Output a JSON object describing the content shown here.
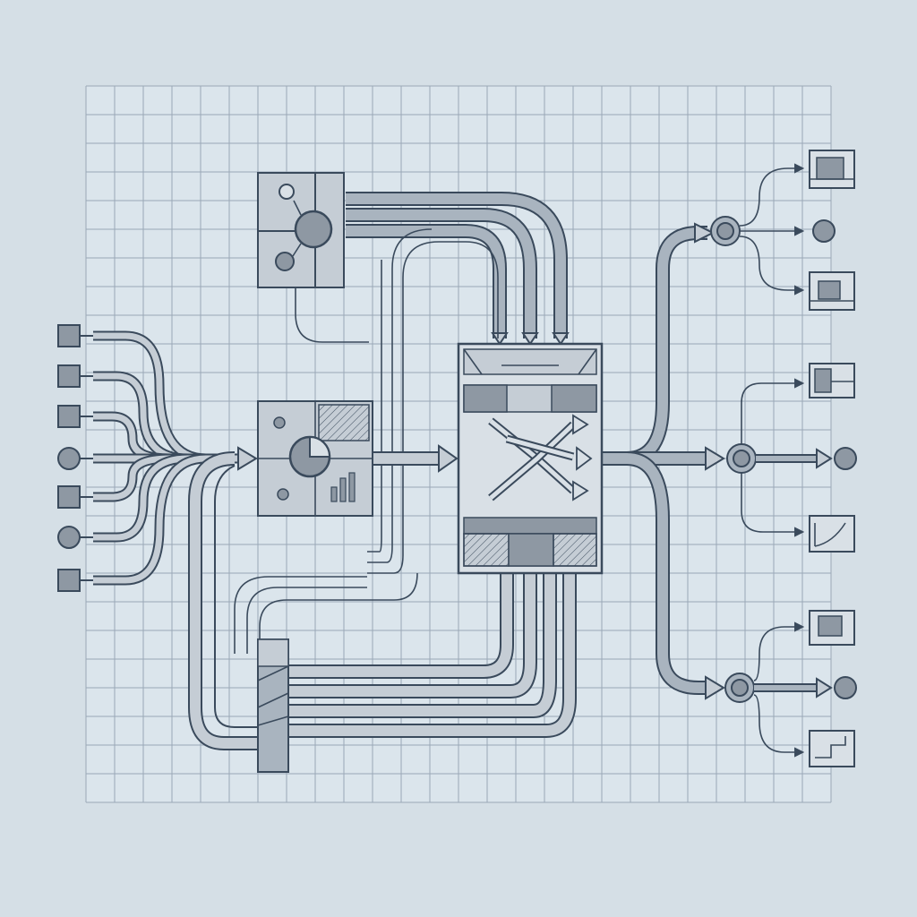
{
  "colors": {
    "background": "#d5dfe6",
    "panel": "#dbe5ec",
    "grid": "#9aa8b6",
    "stroke": "#3a4a5c",
    "pipe_fill": "#a9b4bf",
    "block_fill": "#c5cdd5",
    "dark_fill": "#8e98a3",
    "light_fill": "#d9e0e6"
  },
  "diagram": {
    "input_nodes": [
      {
        "shape": "square"
      },
      {
        "shape": "square"
      },
      {
        "shape": "square"
      },
      {
        "shape": "circle"
      },
      {
        "shape": "square"
      },
      {
        "shape": "circle"
      },
      {
        "shape": "square"
      }
    ],
    "processing_blocks": [
      {
        "name": "control-panel-block",
        "icon": "circle-nodes-icon"
      },
      {
        "name": "analytics-block",
        "icon": "pie-chart-icon"
      },
      {
        "name": "routing-switch-block",
        "icon": "crossing-arrows-icon"
      },
      {
        "name": "collector-block",
        "icon": "bus-bar-icon"
      }
    ],
    "output_groups": [
      {
        "hub": "hub-circle",
        "outputs": [
          "module-icon",
          "circle-endpoint",
          "module-icon"
        ]
      },
      {
        "hub": "hub-circle",
        "outputs": [
          "module-icon",
          "circle-endpoint",
          "chart-module-icon"
        ]
      },
      {
        "hub": "hub-circle",
        "outputs": [
          "module-icon",
          "circle-endpoint",
          "module-icon"
        ]
      }
    ]
  }
}
